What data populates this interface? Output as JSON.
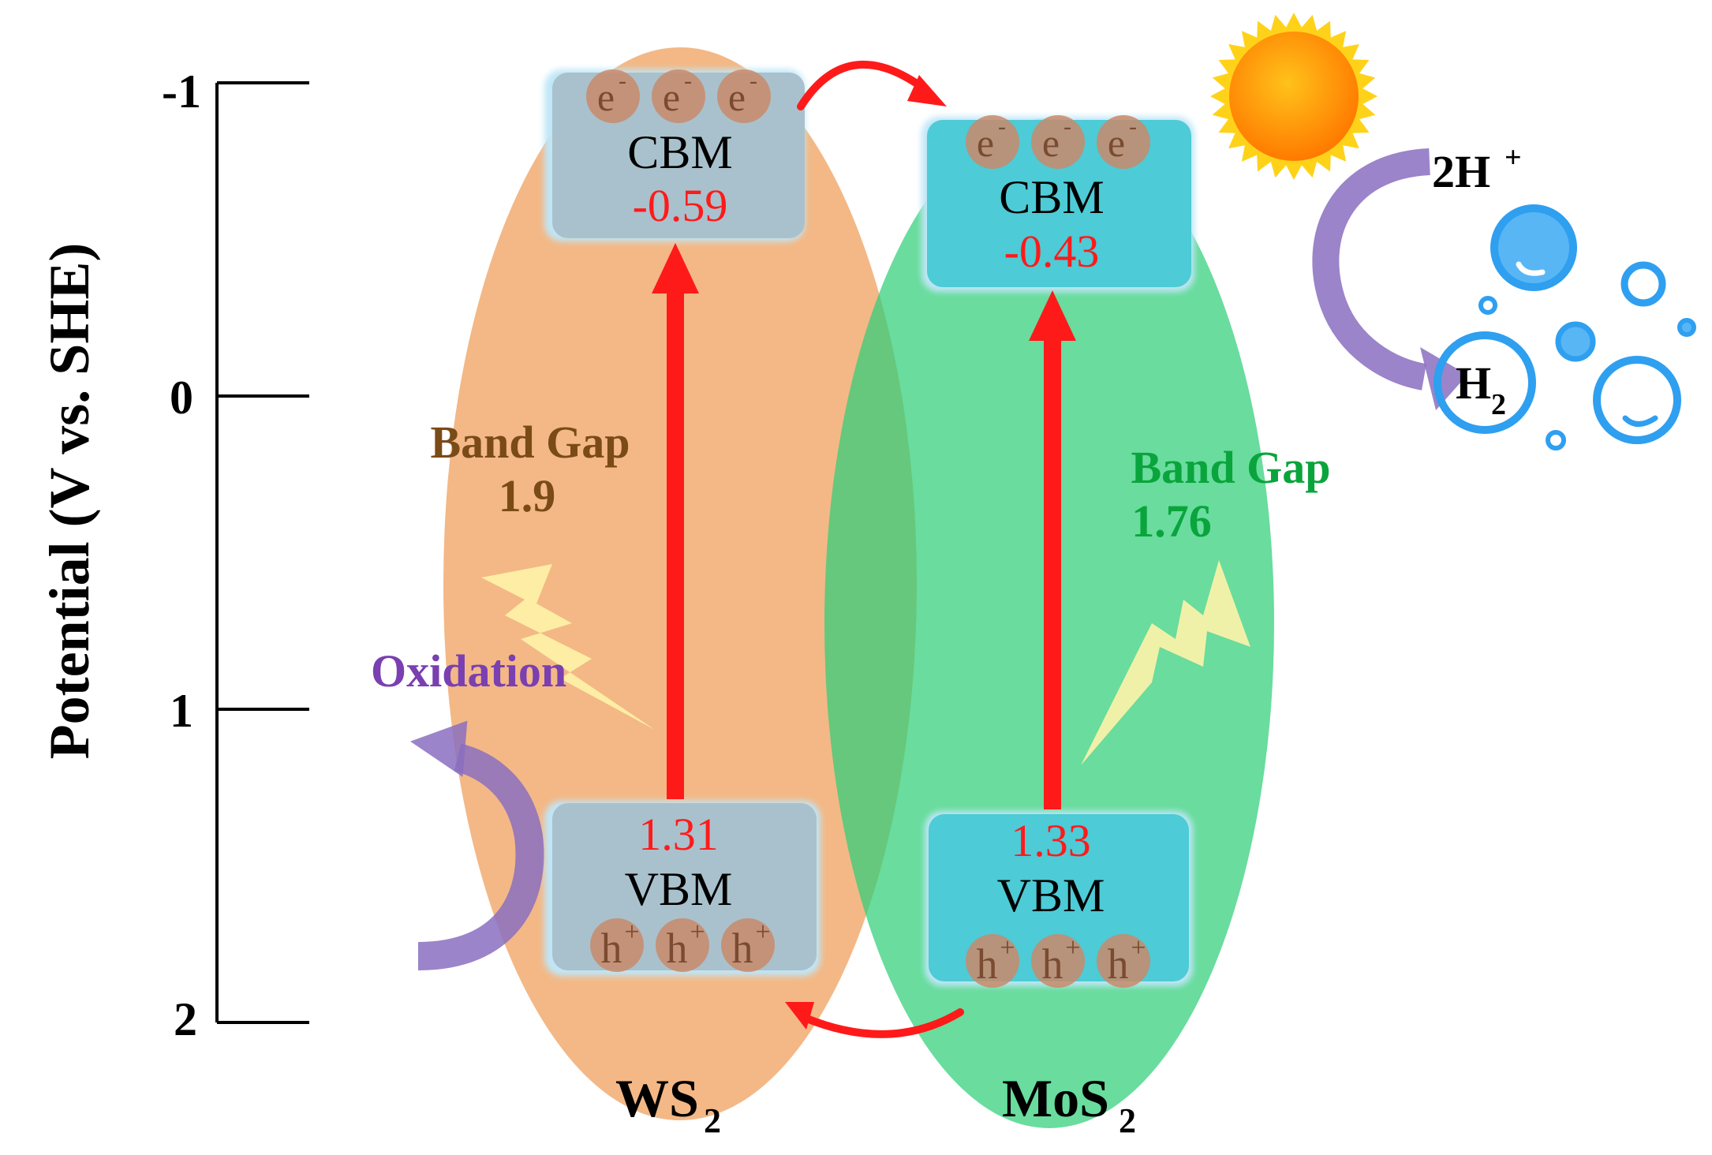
{
  "axis": {
    "label": "Potential (V vs. SHE)",
    "ticks": [
      "-1",
      "0",
      "1",
      "2"
    ]
  },
  "ws2": {
    "name_main": "WS",
    "name_sub": "2",
    "cbm_label": "CBM",
    "cbm_value": "-0.59",
    "vbm_label": "VBM",
    "vbm_value": "1.31",
    "band_gap_label": "Band Gap",
    "band_gap_value": "1.9",
    "electron": "e",
    "electron_sup": "-",
    "hole": "h",
    "hole_sup": "+"
  },
  "mos2": {
    "name_main": "MoS",
    "name_sub": "2",
    "cbm_label": "CBM",
    "cbm_value": "-0.43",
    "vbm_label": "VBM",
    "vbm_value": "1.33",
    "band_gap_label": "Band Gap",
    "band_gap_value": "1.76",
    "electron": "e",
    "electron_sup": "-",
    "hole": "h",
    "hole_sup": "+"
  },
  "reaction": {
    "oxidation": "Oxidation",
    "reactant_main": "2H",
    "reactant_sup": "+",
    "product_main": "H",
    "product_sub": "2"
  },
  "colors": {
    "ws2_ellipse": "#f2b27c",
    "mos2_ellipse": "#2fcf78",
    "band_box_ws2": "#a9c1cc",
    "band_box_mos2": "#4dcbd6",
    "box_glow": "#bfe6f7",
    "carrier": "#c98a6a",
    "value_red": "#ff1a1a",
    "arrow_red": "#ff1a1a",
    "ws2_gap_text": "#7a4b17",
    "mos2_gap_text": "#0aa43c",
    "oxidation_purple": "#8a6fc0",
    "bolt": "#fff3a8",
    "bubble": "#2f9ff0",
    "sun_core": "#ff9a00",
    "sun_ray": "#ffd21a"
  }
}
